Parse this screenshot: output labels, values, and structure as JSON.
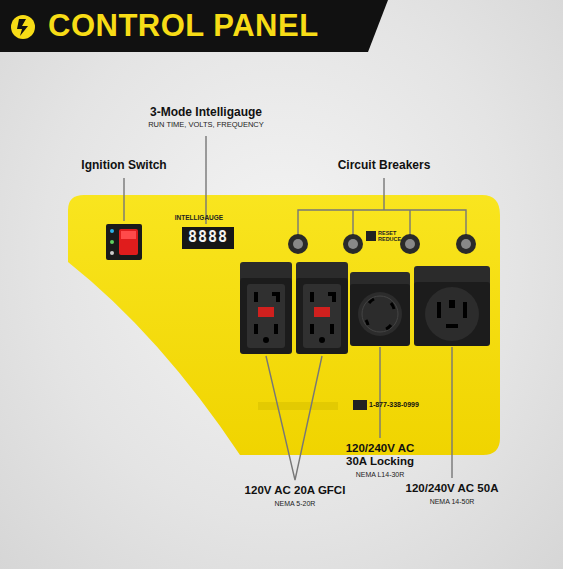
{
  "diagram": {
    "title": "CONTROL PANEL",
    "labels": [
      "Ignition Switch",
      "3-Mode Intelligauge",
      "RUN TIME, VOLTS, FREQUENCY",
      "Circuit Breakers",
      "INTELLIGAUGE",
      "8888",
      "RESET REDUCE",
      "1-877-338-0999",
      "120/240V AC 30A Locking",
      "NEMA L14-30R",
      "120/240V AC 50A",
      "NEMA 14-50R",
      "120V AC 20A GFCI",
      "NEMA 5-20R"
    ]
  }
}
